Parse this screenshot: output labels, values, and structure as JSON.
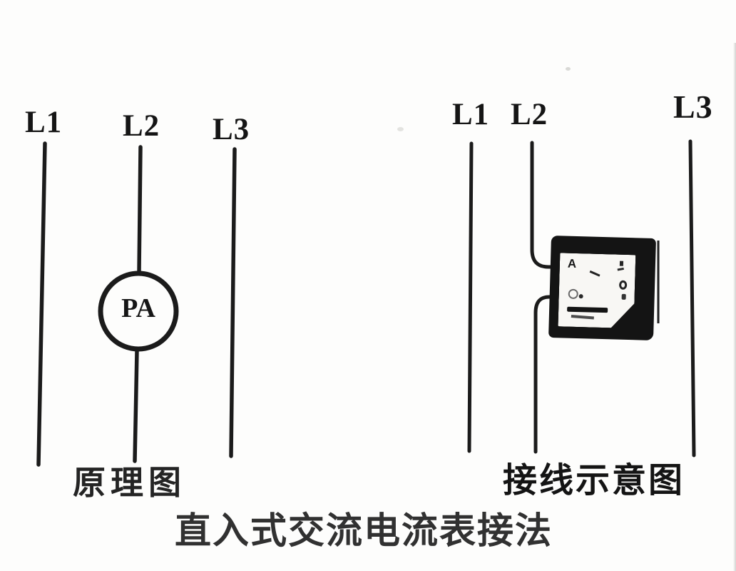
{
  "title": {
    "text": "直入式交流电流表接法"
  },
  "left_diagram": {
    "caption": "原理图",
    "phase_labels": [
      "L1",
      "L2",
      "L3"
    ],
    "meter_symbol": "PA"
  },
  "right_diagram": {
    "caption": "接线示意图",
    "phase_labels": [
      "L1",
      "L2",
      "L3"
    ],
    "meter_face_letter": "A"
  },
  "colors": {
    "background": "#fdfdfc",
    "ink": "#1b1b1b",
    "title_ink": "#313131"
  }
}
